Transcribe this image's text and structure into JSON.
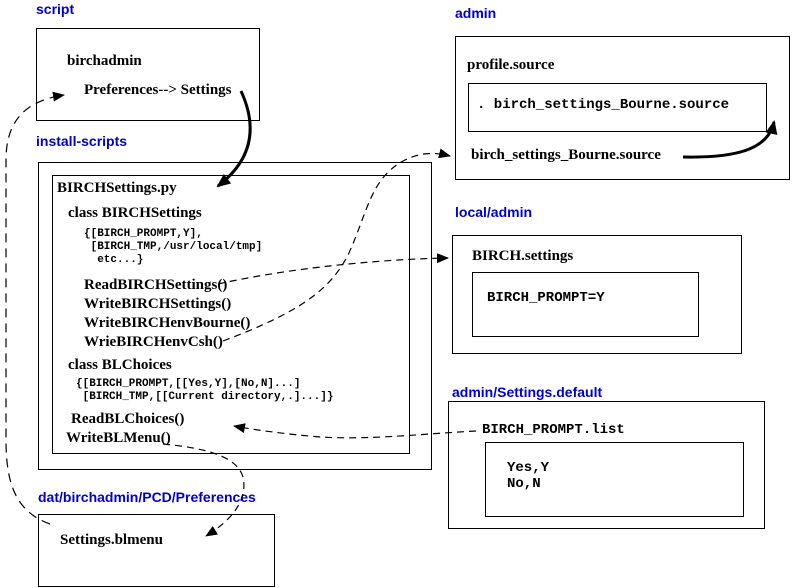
{
  "colors": {
    "label_blue": "#0000cc",
    "line_black": "#000000",
    "background": "#ffffff"
  },
  "script_section": {
    "label": "script",
    "program": "birchadmin",
    "menu_path": "Preferences--> Settings"
  },
  "admin_section": {
    "label": "admin",
    "profile_file": "profile.source",
    "profile_content": ". birch_settings_Bourne.source",
    "bourne_file": "birch_settings_Bourne.source"
  },
  "install_scripts_section": {
    "label": "install-scripts",
    "file": "BIRCHSettings.py",
    "class1": {
      "name": "class BIRCHSettings",
      "dict_lines": [
        "{[BIRCH_PROMPT,Y],",
        " [BIRCH_TMP,/usr/local/tmp]",
        "  etc...}"
      ],
      "methods": [
        "ReadBIRCHSettings()",
        "WriteBIRCHSettings()",
        "WriteBIRCHenvBourne()",
        "WrieBIRCHenvCsh()"
      ]
    },
    "class2": {
      "name": "class BLChoices",
      "dict_lines": [
        "{[BIRCH_PROMPT,[[Yes,Y],[No,N]...]",
        " [BIRCH_TMP,[[Current directory,.]...]}"
      ],
      "methods": [
        "ReadBLChoices()",
        "WriteBLMenu()"
      ]
    }
  },
  "local_admin_section": {
    "label": "local/admin",
    "file": "BIRCH.settings",
    "content": "BIRCH_PROMPT=Y"
  },
  "settings_default_section": {
    "label": "admin/Settings.default",
    "file": "BIRCH_PROMPT.list",
    "content_lines": [
      "Yes,Y",
      "No,N"
    ]
  },
  "dat_section": {
    "label": "dat/birchadmin/PCD/Preferences",
    "file": "Settings.blmenu"
  },
  "connections": [
    {
      "from": "Settings.blmenu",
      "to": "Preferences--> Settings",
      "style": "dashed"
    },
    {
      "from": "Preferences--> Settings",
      "to": "BIRCHSettings.py",
      "style": "solid"
    },
    {
      "from": "ReadBIRCHSettings()",
      "to": "BIRCH.settings",
      "style": "dashed"
    },
    {
      "from": "WrieBIRCHenvCsh()",
      "to": "birch_settings_Bourne.source",
      "style": "dashed"
    },
    {
      "from": "birch_settings_Bourne.source",
      "to": "profile.source",
      "style": "solid"
    },
    {
      "from": "BIRCH_PROMPT.list",
      "to": "ReadBLChoices()",
      "style": "dashed"
    },
    {
      "from": "WriteBLMenu()",
      "to": "Settings.blmenu",
      "style": "dashed"
    }
  ]
}
